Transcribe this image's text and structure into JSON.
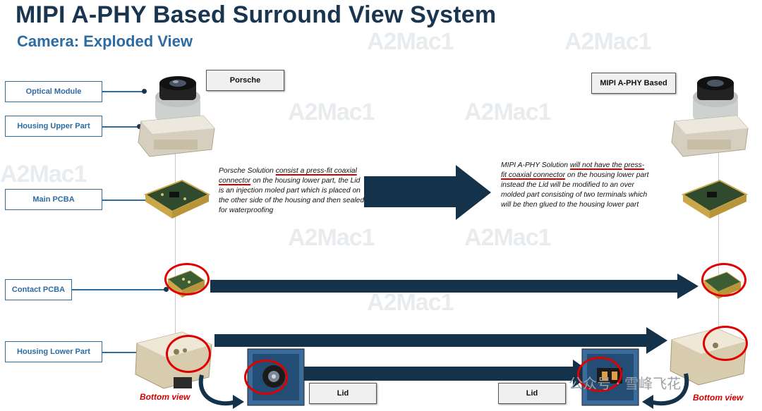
{
  "header": {
    "title": "MIPI A-PHY Based Surround View System",
    "subtitle": "Camera: Exploded View"
  },
  "labels": {
    "optical_module": "Optical Module",
    "housing_upper": "Housing Upper Part",
    "main_pcba": "Main PCBA",
    "contact_pcba": "Contact PCBA",
    "housing_lower": "Housing Lower Part"
  },
  "tags": {
    "porsche": "Porsche",
    "mipi": "MIPI A-PHY Based",
    "lid_left": "Lid",
    "lid_right": "Lid"
  },
  "notes": {
    "porsche_a": "Porsche Solution ",
    "porsche_u1": "consist a press-fit coaxial",
    "porsche_u2": "connector",
    "porsche_b": " on the housing lower part, the Lid is an injection moled part which is placed on the other side of the housing and then sealed for waterproofing",
    "mipi_a": "MIPI A-PHY Solution ",
    "mipi_u1": "will not have the",
    "mipi_u2": "press-fit coaxial connector",
    "mipi_b": " on the housing lower part instead the Lid will be modified to an over molded part consisting of two terminals which will be then glued to the housing lower part"
  },
  "captions": {
    "bottom_view_left": "Bottom view",
    "bottom_view_right": "Bottom view"
  },
  "watermark": {
    "text": "A2Mac1",
    "wechat": "公众号 · 雪峰飞花"
  },
  "colors": {
    "title": "#1a3550",
    "subtitle": "#2d6ba3",
    "arrow": "#14324a",
    "highlight": "#e00000",
    "caption": "#d40000"
  }
}
